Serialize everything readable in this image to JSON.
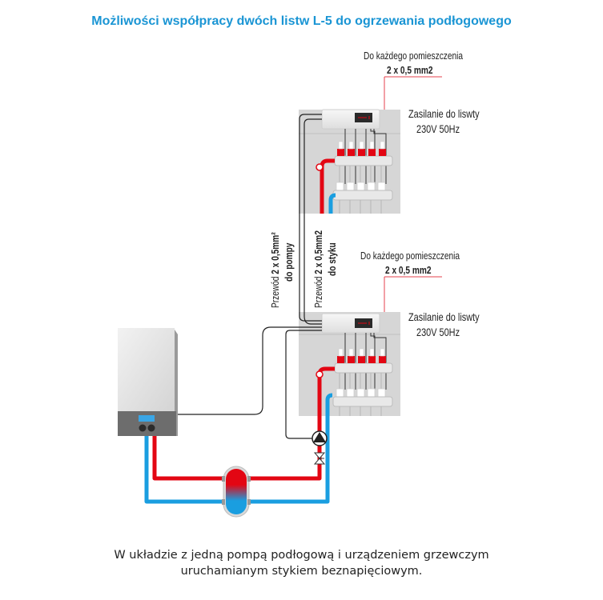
{
  "title": "Możliwości współpracy dwóch listw L-5 do ogrzewania podłogowego",
  "top_unit": {
    "rooms_label": "Do każdego pomieszczenia",
    "rooms_wire": "2 x 0,5 mm2",
    "power_label": "Zasilanie do liswty",
    "power_value": "230V 50Hz"
  },
  "bottom_unit": {
    "rooms_label": "Do każdego pomieszczenia",
    "rooms_wire": "2 x 0,5 mm2",
    "power_label": "Zasilanie do liswty",
    "power_value": "230V 50Hz"
  },
  "wire_pump": {
    "prefix": "Przewód",
    "spec": "2 x 0,5mm²",
    "target": "do pompy"
  },
  "wire_contact": {
    "prefix": "Przewód",
    "spec": "2 x 0,5mm2",
    "target": "do styku"
  },
  "caption_line1": "W układzie z jedną pompą podłogową i urządzeniem grzewczym",
  "caption_line2": "uruchamianym stykiem beznapięciowym.",
  "colors": {
    "title": "#1a95d4",
    "hot_pipe": "#e30613",
    "cold_pipe": "#1a9ee0",
    "panel_bg": "#d9d9d9",
    "lead_line": "#e5414e"
  }
}
